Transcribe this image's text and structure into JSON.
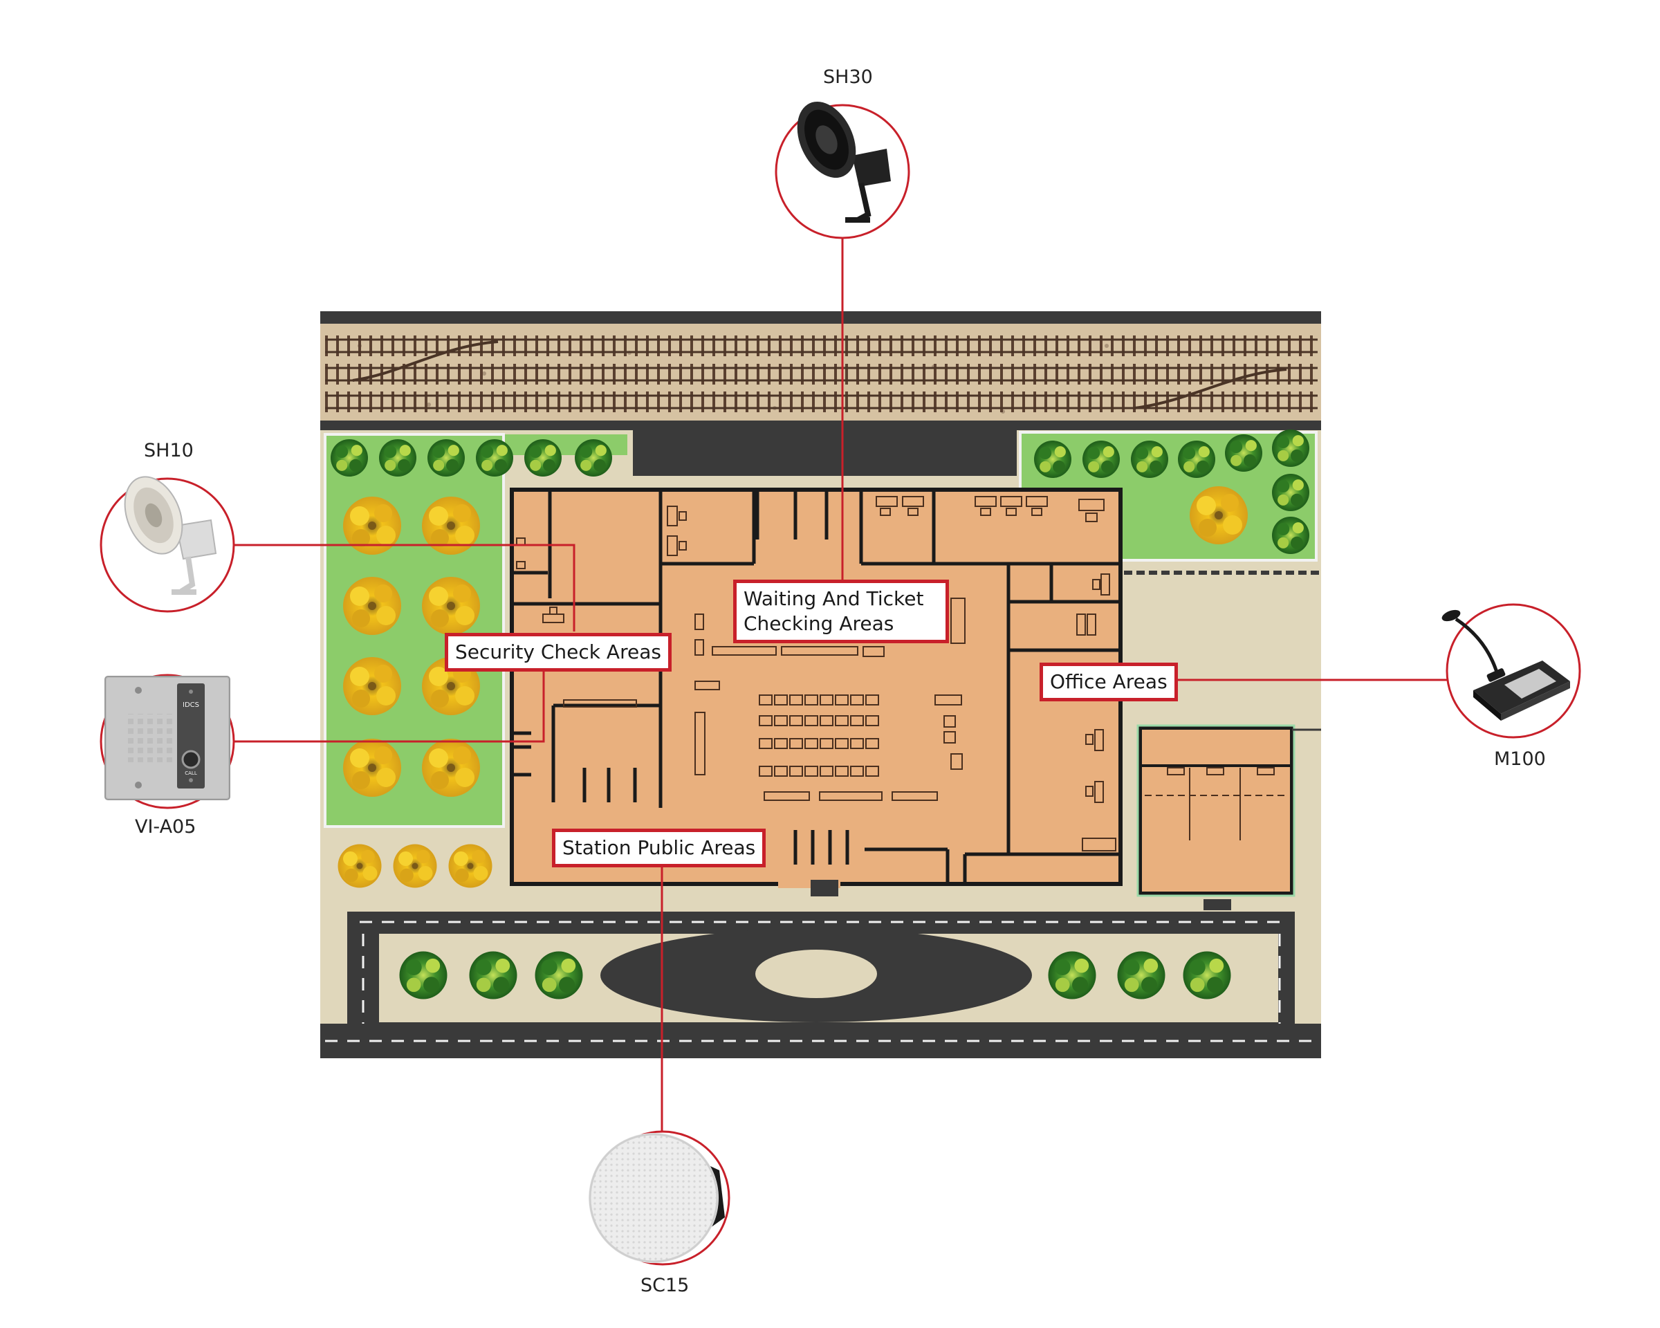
{
  "colors": {
    "accent_red": "#c8202a",
    "building_floor": "#e9b07e",
    "grass": "#8ccc6a",
    "pavement": "#e0d7bb",
    "road": "#3a3a3a",
    "gravel": "#d6c2a2"
  },
  "products": [
    {
      "id": "sh30",
      "name": "SH30",
      "icon": "black-horn-speaker"
    },
    {
      "id": "sh10",
      "name": "SH10",
      "icon": "white-horn-speaker"
    },
    {
      "id": "via05",
      "name": "VI-A05",
      "icon": "intercom-panel"
    },
    {
      "id": "m100",
      "name": "M100",
      "icon": "paging-microphone-console"
    },
    {
      "id": "sc15",
      "name": "SC15",
      "icon": "ceiling-speaker"
    }
  ],
  "areas": {
    "waiting": {
      "line1": "Waiting And Ticket",
      "line2": "Checking Areas"
    },
    "security": "Security Check Areas",
    "office": "Office Areas",
    "public": "Station Public Areas"
  },
  "intercom": {
    "brand": "IDCS",
    "button": "CALL"
  }
}
